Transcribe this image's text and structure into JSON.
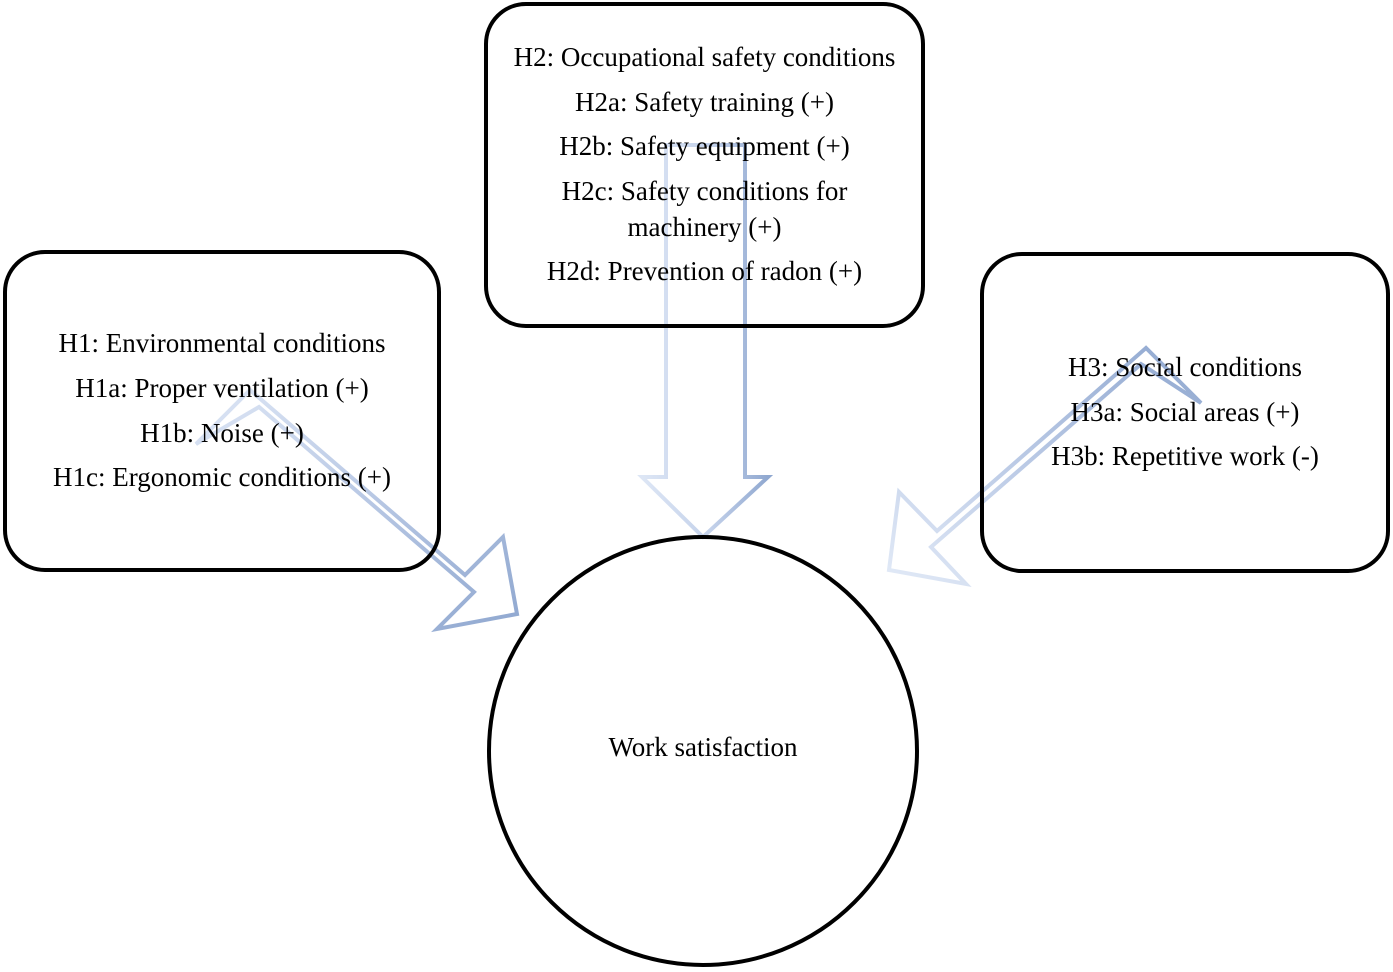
{
  "diagram": {
    "title": "Research model of work satisfaction hypotheses",
    "type": "conceptual-model",
    "outcome": {
      "label": "Work satisfaction"
    },
    "nodes": [
      {
        "id": "H1",
        "position": "left",
        "lines": [
          "H1: Environmental conditions",
          "H1a: Proper ventilation (+)",
          "H1b: Noise (+)",
          "H1c: Ergonomic conditions (+)"
        ]
      },
      {
        "id": "H2",
        "position": "top-center",
        "lines": [
          "H2: Occupational safety conditions",
          "H2a: Safety training (+)",
          "H2b: Safety equipment (+)",
          "H2c: Safety conditions for machinery (+)",
          "H2d: Prevention of radon (+)"
        ]
      },
      {
        "id": "H3",
        "position": "right",
        "lines": [
          "H3: Social conditions",
          "H3a: Social areas (+)",
          "H3b: Repetitive work (-)"
        ]
      }
    ],
    "arrows": [
      {
        "id": "arrow-h1-to-outcome",
        "from": "H1",
        "to": "Work satisfaction",
        "direction": "down-right"
      },
      {
        "id": "arrow-h2-to-outcome",
        "from": "H2",
        "to": "Work satisfaction",
        "direction": "down"
      },
      {
        "id": "arrow-h3-to-outcome",
        "from": "H3",
        "to": "Work satisfaction",
        "direction": "down-left"
      }
    ]
  },
  "colors": {
    "outline": "#000000",
    "arrow_stroke": "#9fb3d6",
    "arrow_stroke_light": "#d5e0f1",
    "background": "#ffffff"
  }
}
